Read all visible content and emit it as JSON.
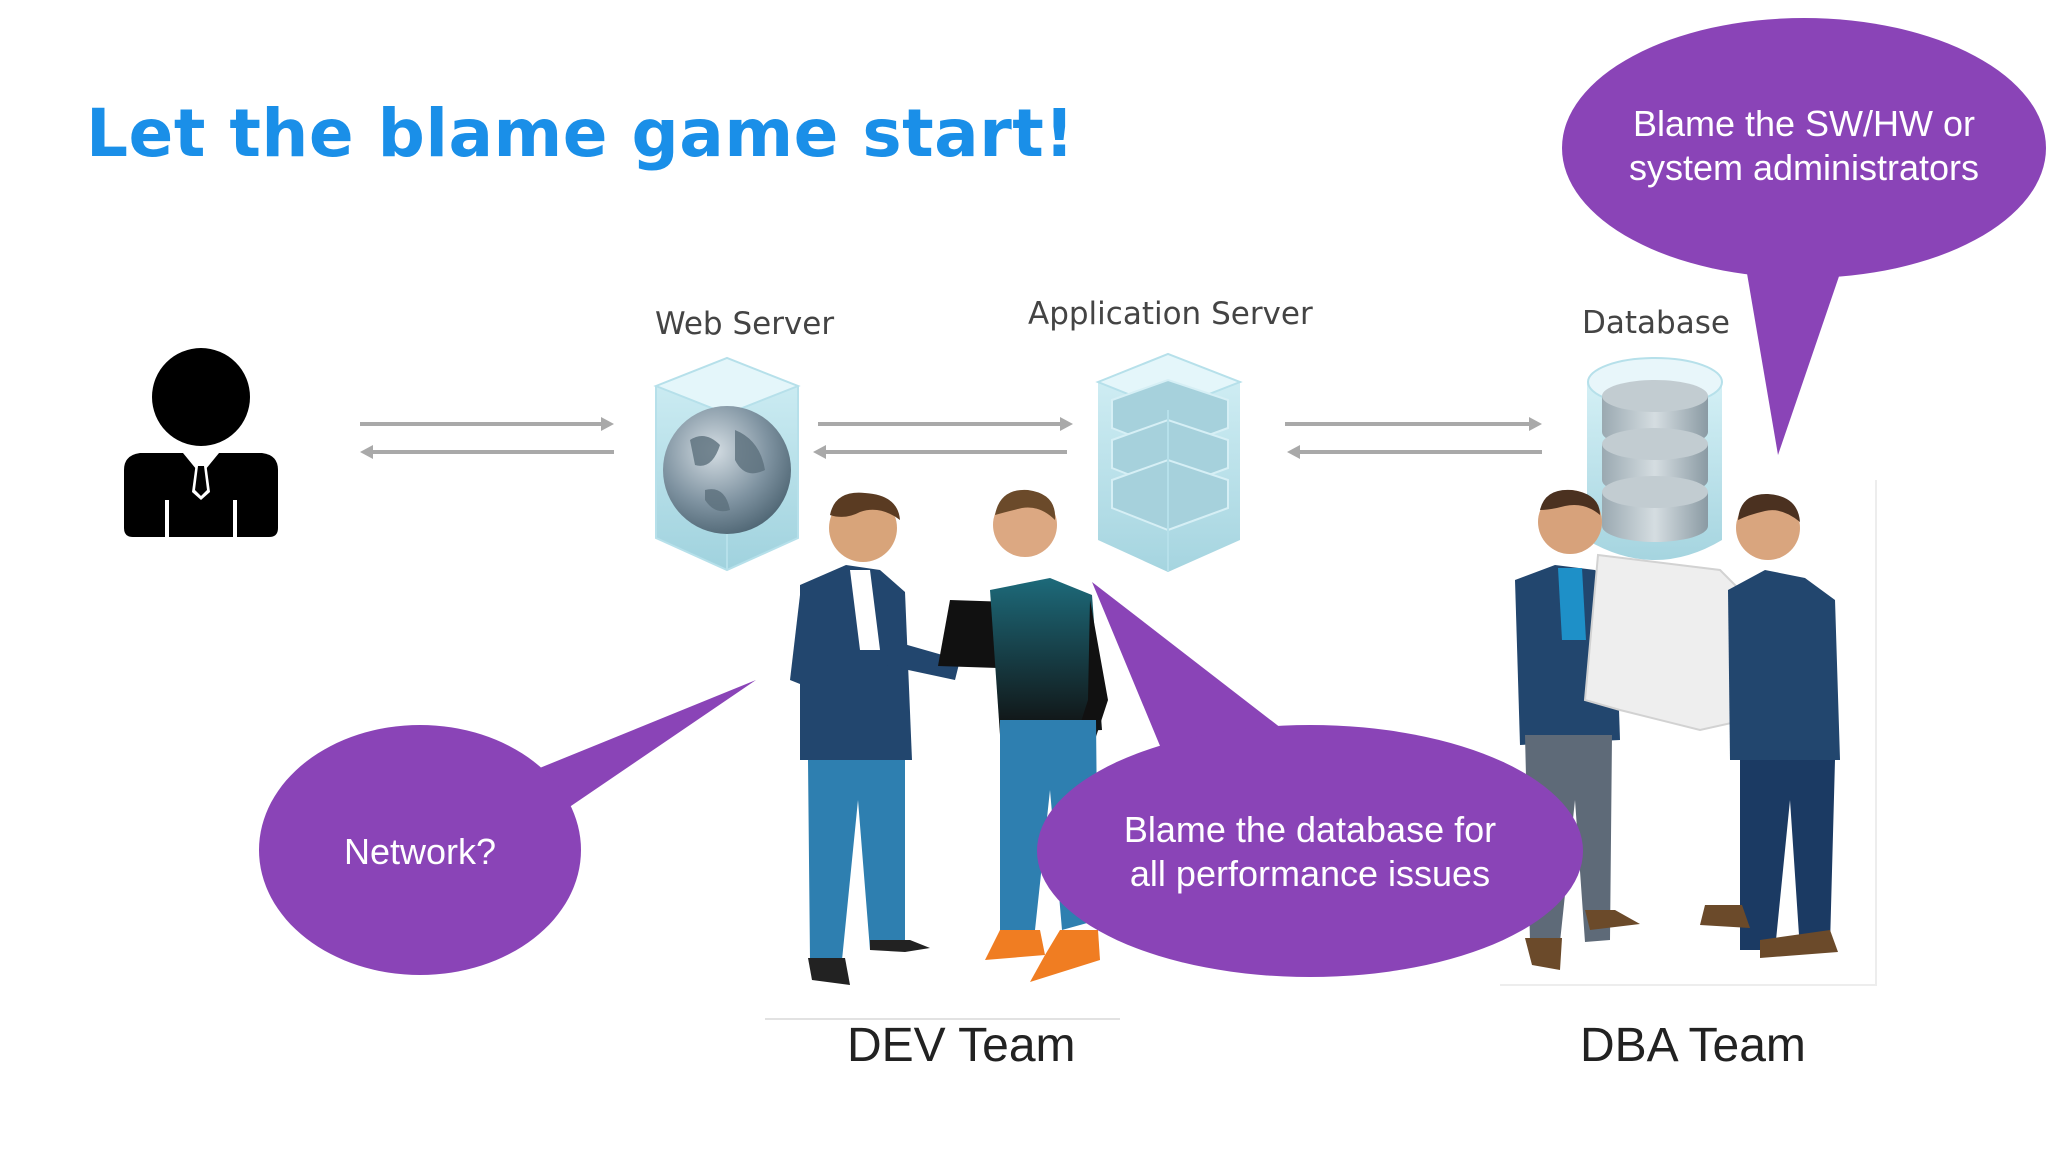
{
  "slide": {
    "title": "Let the blame game start!",
    "nodes": {
      "web_server": "Web Server",
      "app_server": "Application Server",
      "database": "Database"
    },
    "teams": {
      "dev": "DEV Team",
      "dba": "DBA Team"
    },
    "bubbles": {
      "network": "Network?",
      "dev_blame_line1": "Blame the database for",
      "dev_blame_line2": "all performance issues",
      "dba_blame_line1": "Blame the SW/HW or",
      "dba_blame_line2": "system administrators"
    }
  },
  "colors": {
    "title": "#1a8fe8",
    "bubble": "#8a44b7",
    "arrow": "#a9a9a9",
    "suit": "#22466e",
    "jeans": "#2e7fb0"
  },
  "icons": [
    "user-icon",
    "globe-server-icon",
    "stack-server-icon",
    "database-icon"
  ]
}
